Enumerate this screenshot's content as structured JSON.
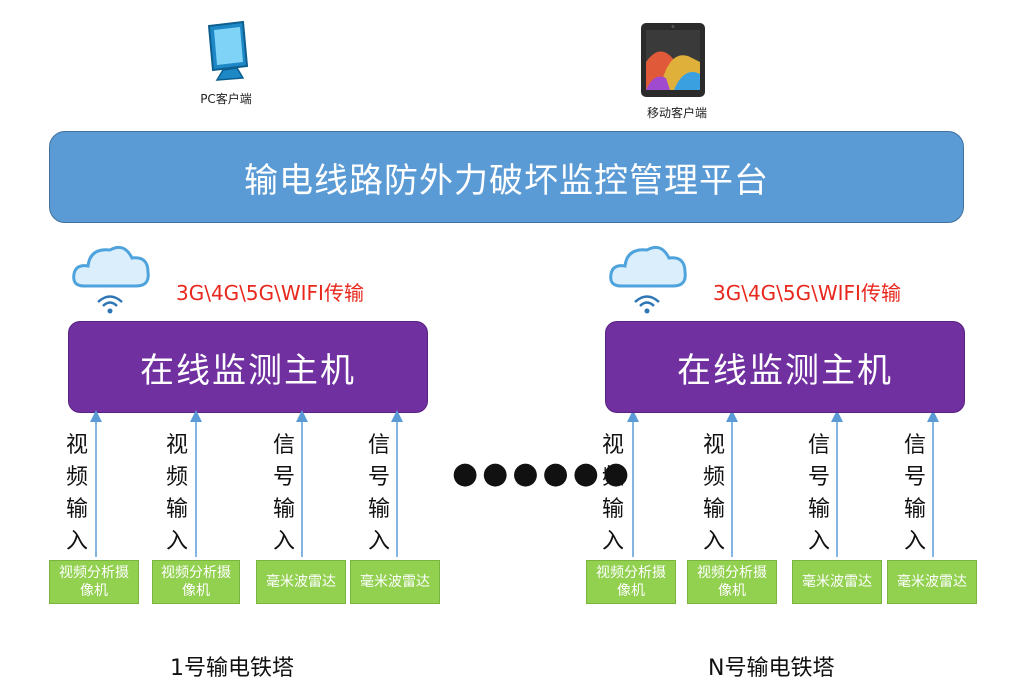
{
  "clients": {
    "pc_label": "PC客户端",
    "mobile_label": "移动客户端"
  },
  "platform": {
    "title": "输电线路防外力破坏监控管理平台"
  },
  "groups": [
    {
      "transmission": "3G\\4G\\5G\\WIFI传输",
      "host": "在线监测主机",
      "inputs": [
        "视频输入",
        "视频输入",
        "信号输入",
        "信号输入"
      ],
      "sensors": [
        "视频分析摄像机",
        "视频分析摄像机",
        "毫米波雷达",
        "毫米波雷达"
      ],
      "tower": "1号输电铁塔"
    },
    {
      "transmission": "3G\\4G\\5G\\WIFI传输",
      "host": "在线监测主机",
      "inputs": [
        "视频输入",
        "视频输入",
        "信号输入",
        "信号输入"
      ],
      "sensors": [
        "视频分析摄像机",
        "视频分析摄像机",
        "毫米波雷达",
        "毫米波雷达"
      ],
      "tower": "N号输电铁塔"
    }
  ],
  "ellipsis": "●●●●●●",
  "colors": {
    "platform": "#5b9bd5",
    "host": "#7030a0",
    "sensor": "#92d050",
    "transmission_text": "#e8271d",
    "arrow": "#5b9bd5"
  }
}
